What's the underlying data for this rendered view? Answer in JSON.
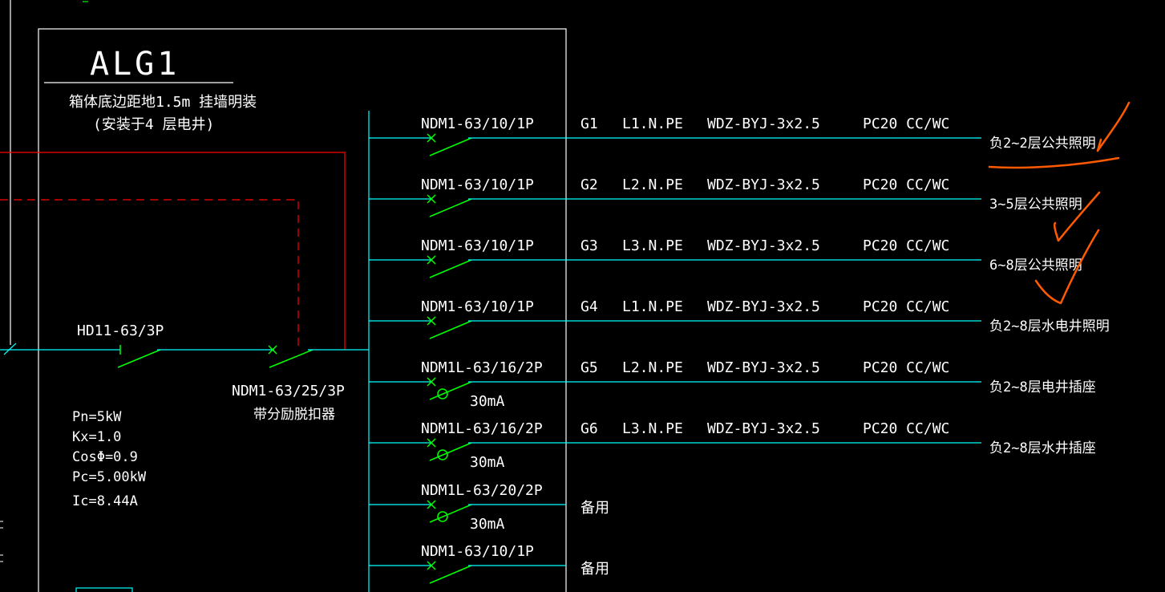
{
  "panel": {
    "name": "ALG1",
    "install_note": "箱体底边距地1.5m 挂墙明装",
    "location_note": "(安装于4 层电井)"
  },
  "main_switch": {
    "isolator": "HD11-63/3P",
    "breaker": "NDM1-63/25/3P",
    "breaker_note": "带分励脱扣器"
  },
  "params": [
    "Pn=5kW",
    "Kx=1.0",
    "CosΦ=0.9",
    "Pc=5.00kW",
    "Ic=8.44A"
  ],
  "circuits": [
    {
      "breaker": "NDM1-63/10/1P",
      "id": "G1",
      "phase": "L1.N.PE",
      "cable": "WDZ-BYJ-3x2.5",
      "conduit": "PC20 CC/WC",
      "load": "负2~2层公共照明",
      "rcd": ""
    },
    {
      "breaker": "NDM1-63/10/1P",
      "id": "G2",
      "phase": "L2.N.PE",
      "cable": "WDZ-BYJ-3x2.5",
      "conduit": "PC20 CC/WC",
      "load": "3~5层公共照明",
      "rcd": ""
    },
    {
      "breaker": "NDM1-63/10/1P",
      "id": "G3",
      "phase": "L3.N.PE",
      "cable": "WDZ-BYJ-3x2.5",
      "conduit": "PC20 CC/WC",
      "load": "6~8层公共照明",
      "rcd": ""
    },
    {
      "breaker": "NDM1-63/10/1P",
      "id": "G4",
      "phase": "L1.N.PE",
      "cable": "WDZ-BYJ-3x2.5",
      "conduit": "PC20 CC/WC",
      "load": "负2~8层水电井照明",
      "rcd": ""
    },
    {
      "breaker": "NDM1L-63/16/2P",
      "id": "G5",
      "phase": "L2.N.PE",
      "cable": "WDZ-BYJ-3x2.5",
      "conduit": "PC20 CC/WC",
      "load": "负2~8层电井插座",
      "rcd": "30mA"
    },
    {
      "breaker": "NDM1L-63/16/2P",
      "id": "G6",
      "phase": "L3.N.PE",
      "cable": "WDZ-BYJ-3x2.5",
      "conduit": "PC20 CC/WC",
      "load": "负2~8层水井插座",
      "rcd": "30mA"
    },
    {
      "breaker": "NDM1L-63/20/2P",
      "id": "",
      "phase": "",
      "cable": "",
      "conduit": "",
      "load": "",
      "spare": "备用",
      "rcd": "30mA"
    },
    {
      "breaker": "NDM1-63/10/1P",
      "id": "",
      "phase": "",
      "cable": "",
      "conduit": "",
      "load": "",
      "spare": "备用",
      "rcd": ""
    }
  ],
  "colors": {
    "background": "#000000",
    "wire": "#00ffff",
    "switch": "#00ff00",
    "frame": "#ffffff",
    "red": "#ff0000",
    "markup": "#ff5a00"
  }
}
